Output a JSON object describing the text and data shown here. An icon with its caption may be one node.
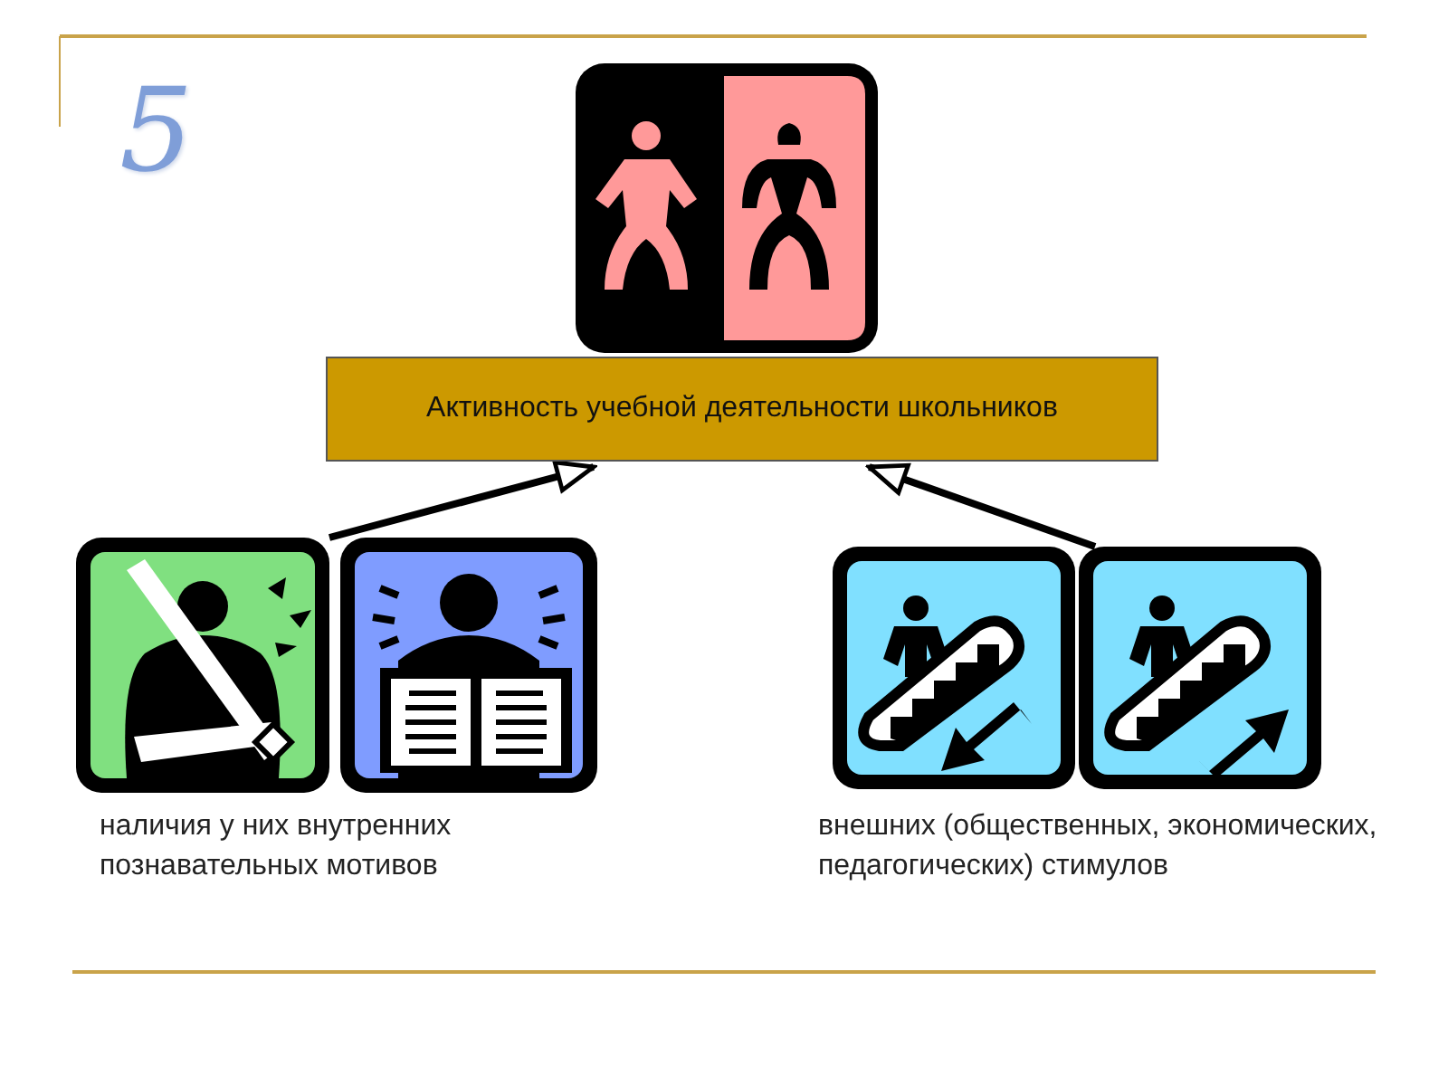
{
  "diagram": {
    "nodes": [
      {
        "text": [
          "Активность учебной деятельности школьников"
        ]
      },
      {
        "text": [],
        "shape": "picture",
        "beside": [
          "наличия у них внутренних познавательных мотивов"
        ]
      },
      {
        "text": [],
        "shape": "picture",
        "beside": [
          "внешних (общественных, экономических, педагогических) стимулов"
        ]
      }
    ],
    "edges": [
      {
        "from": 1,
        "to": 0,
        "arrow": "to"
      },
      {
        "from": 2,
        "to": 0,
        "arrow": "to"
      }
    ],
    "labels": [
      "5"
    ]
  }
}
